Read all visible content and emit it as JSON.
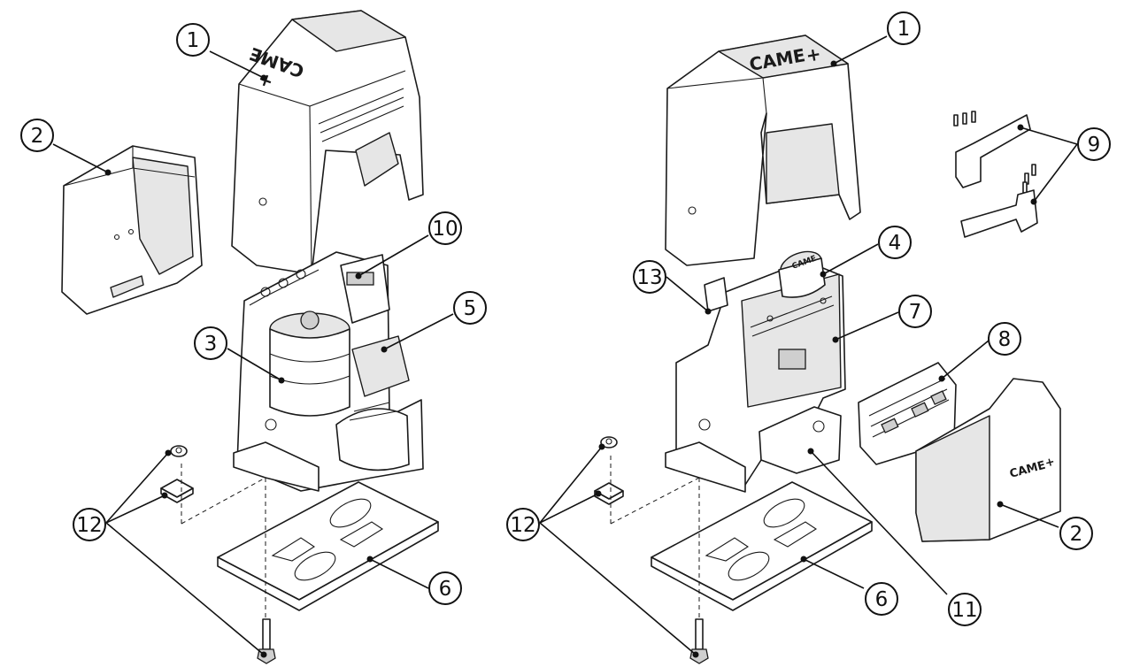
{
  "brand": "CAME",
  "brand_mark": "+",
  "callouts": [
    {
      "label": "1"
    },
    {
      "label": "2"
    },
    {
      "label": "10"
    },
    {
      "label": "3"
    },
    {
      "label": "5"
    },
    {
      "label": "12"
    },
    {
      "label": "6"
    },
    {
      "label": "1"
    },
    {
      "label": "9"
    },
    {
      "label": "4"
    },
    {
      "label": "13"
    },
    {
      "label": "7"
    },
    {
      "label": "8"
    },
    {
      "label": "2"
    },
    {
      "label": "12"
    },
    {
      "label": "6"
    },
    {
      "label": "11"
    }
  ],
  "colors": {
    "line": "#1a1a1a",
    "fill": "#ffffff",
    "shade": "#e6e6e6"
  }
}
